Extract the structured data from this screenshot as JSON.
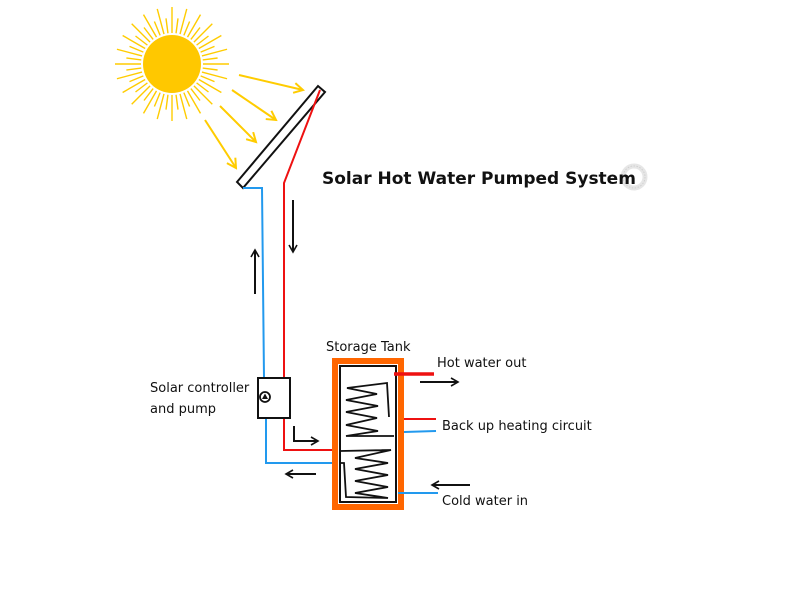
{
  "title": "Solar Hot Water Pumped System",
  "labels": {
    "storage_tank": "Storage Tank",
    "hot_water_out": "Hot water out",
    "backup_heating": "Back up heating circuit",
    "cold_water_in": "Cold water in",
    "controller_line1": "Solar controller",
    "controller_line2": "and pump"
  },
  "icons": {
    "sun": "sun-icon",
    "collector": "solar-collector-panel",
    "pump": "pump-icon",
    "loading": "loading-ring-icon"
  },
  "colors": {
    "hot_pipe": "#ee1111",
    "cold_pipe": "#2299ee",
    "tank_border": "#ff6600",
    "sun": "#ffc800",
    "rays": "#ffcc00",
    "outline": "#111111"
  }
}
